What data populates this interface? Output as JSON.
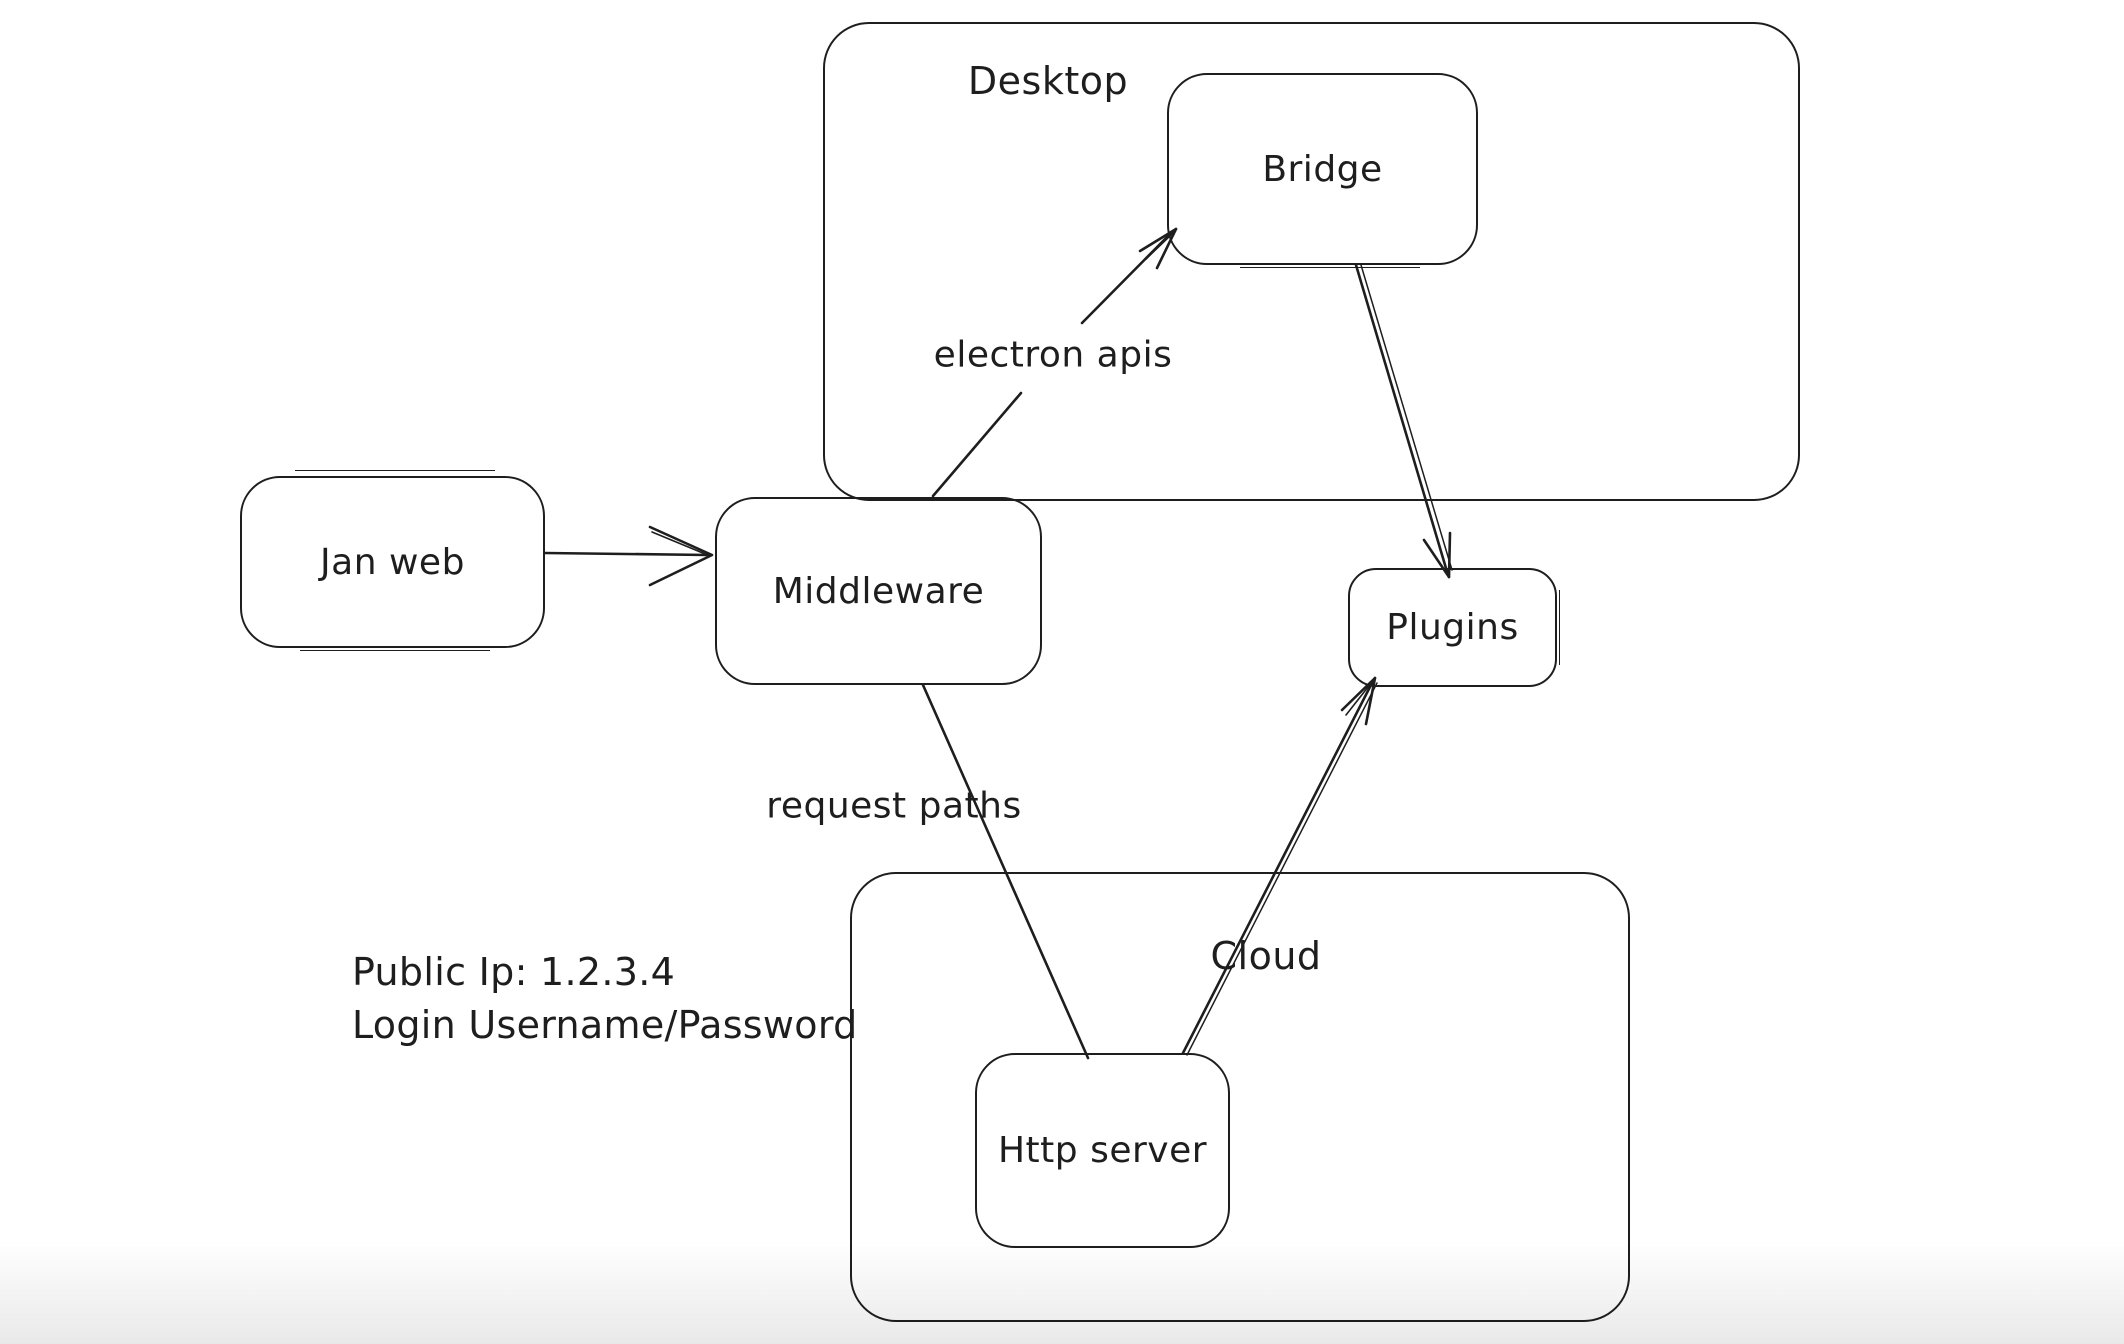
{
  "app": {
    "background_color": "#ffffff",
    "stroke_color": "#1e1e1e"
  },
  "diagram": {
    "containers": {
      "desktop": {
        "label": "Desktop"
      },
      "cloud": {
        "label": "Cloud"
      }
    },
    "nodes": {
      "jan_web": {
        "label": "Jan web"
      },
      "middleware": {
        "label": "Middleware"
      },
      "bridge": {
        "label": "Bridge"
      },
      "plugins": {
        "label": "Plugins"
      },
      "http_server": {
        "label": "Http server"
      }
    },
    "edges": {
      "jan_web_to_middleware": {
        "label": ""
      },
      "middleware_to_bridge": {
        "label": "electron apis"
      },
      "bridge_to_plugins": {
        "label": ""
      },
      "middleware_to_http_server": {
        "label": "request paths"
      },
      "http_server_to_plugins": {
        "label": ""
      }
    },
    "annotation": {
      "line1": "Public Ip: 1.2.3.4",
      "line2": "Login Username/Password"
    }
  }
}
